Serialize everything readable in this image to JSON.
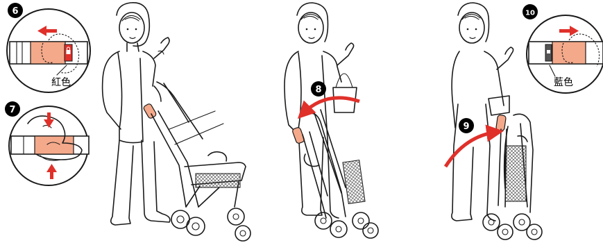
{
  "steps": [
    {
      "number": "6",
      "label": "紅色"
    },
    {
      "number": "7",
      "label": ""
    },
    {
      "number": "8",
      "label": ""
    },
    {
      "number": "9",
      "label": ""
    },
    {
      "number": "10",
      "label": "藍色"
    }
  ],
  "colors": {
    "badge": "#000000",
    "handle_skin": "#f4a98a",
    "lock_red": "#e0302a",
    "arrow_red": "#e0302a",
    "line": "#1a1a1a"
  },
  "icons": [
    "left-arrow-icon",
    "right-arrow-icon",
    "down-arrow-icon",
    "up-arrow-icon",
    "curved-arrow-icon",
    "lock-icon"
  ]
}
